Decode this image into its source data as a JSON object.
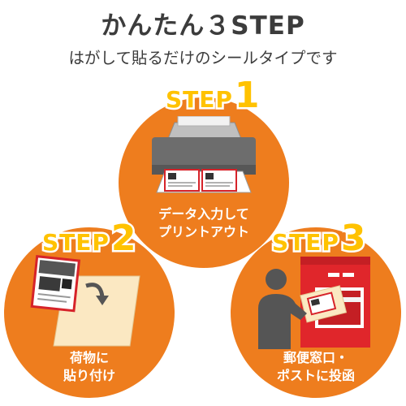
{
  "header": {
    "title": "かんたん３STEP",
    "subtitle": "はがして貼るだけのシールタイプです"
  },
  "steps": [
    {
      "label": "STEP",
      "number": "1",
      "caption_line1": "データ入力して",
      "caption_line2": "プリントアウト",
      "icon": "printer-icon"
    },
    {
      "label": "STEP",
      "number": "2",
      "caption_line1": "荷物に",
      "caption_line2": "貼り付け",
      "icon": "peel-label-icon"
    },
    {
      "label": "STEP",
      "number": "3",
      "caption_line1": "郵便窓口・",
      "caption_line2": "ポストに投函",
      "icon": "post-box-icon"
    }
  ],
  "colors": {
    "circle": "#ee7d1e",
    "step_text": "#ffc200",
    "label_red": "#d6232a",
    "title_text": "#3c3c3c"
  }
}
